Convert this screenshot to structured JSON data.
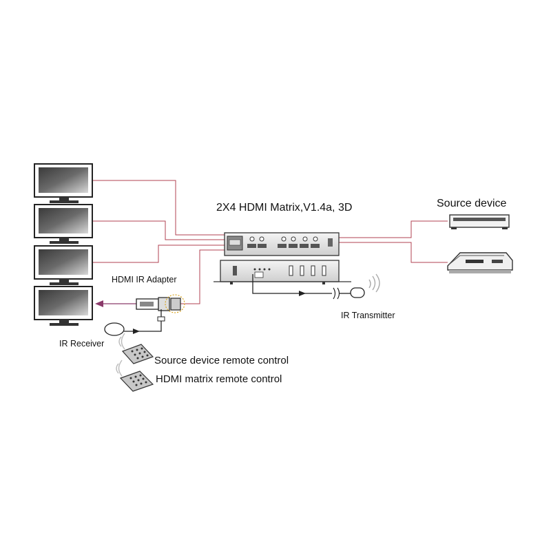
{
  "labels": {
    "matrix_title": "2X4 HDMI Matrix,V1.4a, 3D",
    "source_device": "Source device",
    "hdmi_ir_adapter": "HDMI IR Adapter",
    "ir_transmitter": "IR Transmitter",
    "ir_receiver": "IR Receiver",
    "source_remote": "Source device remote control",
    "matrix_remote": "HDMI matrix remote control"
  },
  "colors": {
    "cable": "#b04050",
    "signal_arrow": "#8a3a6a",
    "device_outline": "#333333",
    "screen_dark": "#2a2a2a"
  },
  "icons": {
    "display": "tv-monitor-icon",
    "player": "bluray-player-icon",
    "console": "game-console-icon",
    "remote": "remote-control-icon",
    "ir_signal": "ir-wave-icon"
  }
}
